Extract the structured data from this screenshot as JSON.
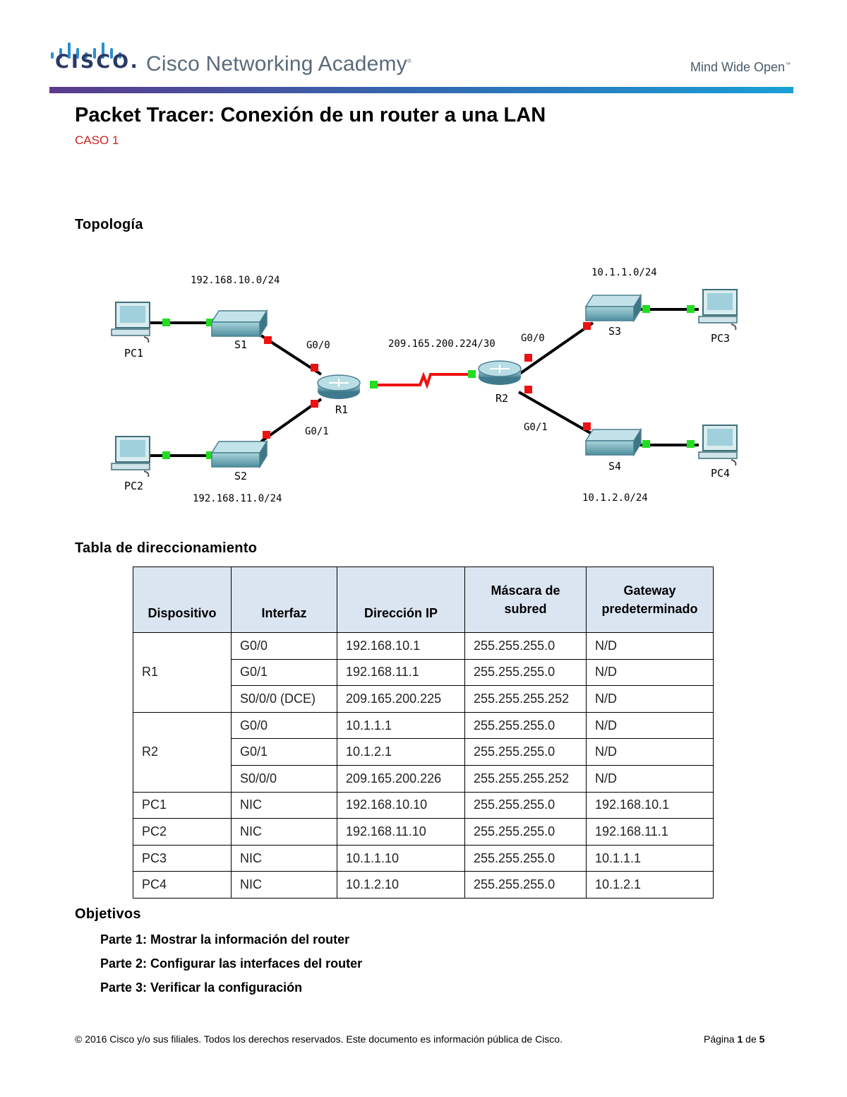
{
  "header": {
    "cisco_wordmark": "CISCO.",
    "academy_name": "Cisco Networking Academy",
    "tagline": "Mind Wide Open"
  },
  "document": {
    "title": "Packet Tracer: Conexión de un router a una LAN",
    "subtitle": "CASO 1"
  },
  "topology": {
    "heading": "Topología",
    "networks": {
      "r1_g00_lan": "192.168.10.0/24",
      "r1_g01_lan": "192.168.11.0/24",
      "wan": "209.165.200.224/30",
      "r2_g00_lan": "10.1.1.0/24",
      "r2_g01_lan": "10.1.2.0/24"
    },
    "interfaces": {
      "r1_g00": "G0/0",
      "r1_g01": "G0/1",
      "r2_g00": "G0/0",
      "r2_g01": "G0/1"
    },
    "devices": {
      "pc1": "PC1",
      "pc2": "PC2",
      "pc3": "PC3",
      "pc4": "PC4",
      "s1": "S1",
      "s2": "S2",
      "s3": "S3",
      "s4": "S4",
      "r1": "R1",
      "r2": "R2"
    },
    "link_colors": {
      "up": "#22dd22",
      "down": "#ee1111",
      "wan": "#ee1111"
    }
  },
  "addressing": {
    "heading": "Tabla de direccionamiento",
    "columns": [
      "Dispositivo",
      "Interfaz",
      "Dirección IP",
      "Máscara de subred",
      "Gateway predeterminado"
    ],
    "groups": [
      {
        "device": "R1",
        "rows": [
          [
            "G0/0",
            "192.168.10.1",
            "255.255.255.0",
            "N/D"
          ],
          [
            "G0/1",
            "192.168.11.1",
            "255.255.255.0",
            "N/D"
          ],
          [
            "S0/0/0 (DCE)",
            "209.165.200.225",
            "255.255.255.252",
            "N/D"
          ]
        ]
      },
      {
        "device": "R2",
        "rows": [
          [
            "G0/0",
            "10.1.1.1",
            "255.255.255.0",
            "N/D"
          ],
          [
            "G0/1",
            "10.1.2.1",
            "255.255.255.0",
            "N/D"
          ],
          [
            "S0/0/0",
            "209.165.200.226",
            "255.255.255.252",
            "N/D"
          ]
        ]
      },
      {
        "device": "PC1",
        "rows": [
          [
            "NIC",
            "192.168.10.10",
            "255.255.255.0",
            "192.168.10.1"
          ]
        ]
      },
      {
        "device": "PC2",
        "rows": [
          [
            "NIC",
            "192.168.11.10",
            "255.255.255.0",
            "192.168.11.1"
          ]
        ]
      },
      {
        "device": "PC3",
        "rows": [
          [
            "NIC",
            "10.1.1.10",
            "255.255.255.0",
            "10.1.1.1"
          ]
        ]
      },
      {
        "device": "PC4",
        "rows": [
          [
            "NIC",
            "10.1.2.10",
            "255.255.255.0",
            "10.1.2.1"
          ]
        ]
      }
    ]
  },
  "objectives": {
    "heading": "Objetivos",
    "items": [
      "Parte 1: Mostrar la información del router",
      "Parte 2: Configurar las interfaces del router",
      "Parte 3: Verificar la configuración"
    ]
  },
  "footer": {
    "copyright": "© 2016 Cisco y/o sus filiales. Todos los derechos reservados. Este documento es información pública de Cisco.",
    "page_label": "Página",
    "page_current": "1",
    "page_of": "de",
    "page_total": "5"
  }
}
